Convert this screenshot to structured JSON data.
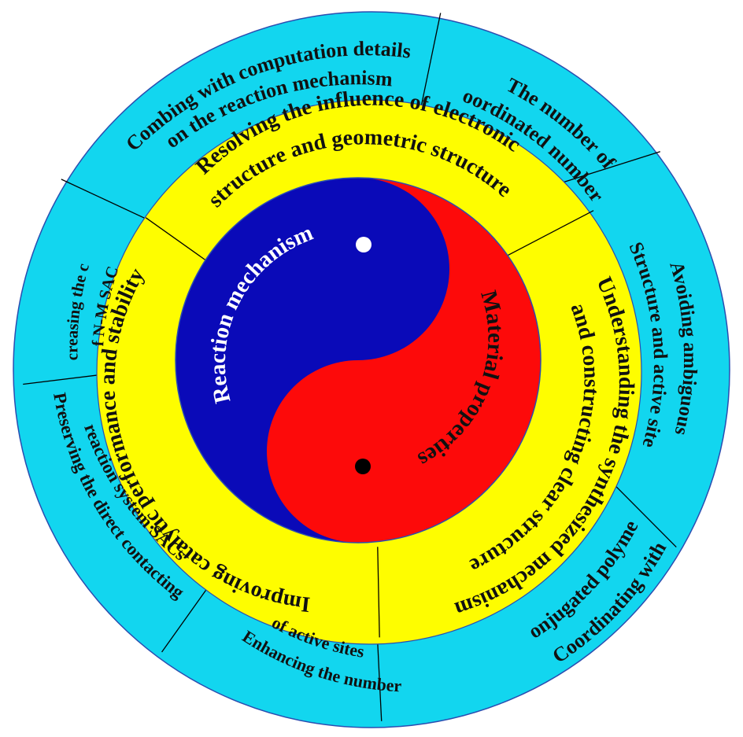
{
  "colors": {
    "outer_ring": "#12d6ef",
    "middle_ring": "#fefd00",
    "yin": "#0a0ab8",
    "yang": "#fd0a0a",
    "outline": "#2a4db0",
    "divider": "#000000",
    "text_dark": "#111111",
    "text_light": "#ffffff"
  },
  "center": {
    "left": "Reaction mechanism",
    "right": "Material properties"
  },
  "middle_ring": {
    "top_line1": "Resolving the influence of electronic",
    "top_line2": "structure and geometric structure",
    "right_line1": "Understanding the synthesized mechanism",
    "right_line2": "and constructing clear structure",
    "left_line": "Improving catalytic performance and stability"
  },
  "outer_ring": {
    "seg1_line1": "Combing  with computation details",
    "seg1_line2": "on the reaction mechanism",
    "seg2_line1": "The number of",
    "seg2_line2": "coordinated numbers",
    "seg3_line1": "Avoiding ambiguous",
    "seg3_line2": "Structure and active sites",
    "seg4_line1": "Coordinating with",
    "seg4_line2": "conjugated polymer",
    "seg5_line1": "Enhancing the number",
    "seg5_line2": "of  active sites",
    "seg6_line1": "Preserving the direct contacting",
    "seg6_line2": "reaction system SACs",
    "seg7_line1": "Decreasing the cost",
    "seg7_line2": "of N-M SACs"
  }
}
